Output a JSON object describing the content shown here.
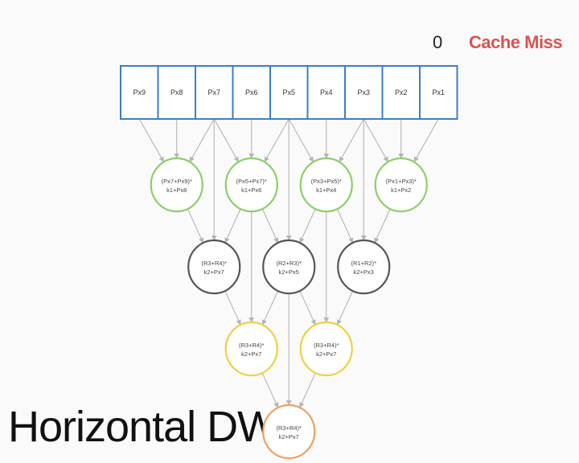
{
  "header": {
    "counter": "0",
    "cache_miss": "Cache Miss"
  },
  "title": "Horizontal DWT",
  "colors": {
    "pixel_border": "#3a7fc4",
    "level1": "#8ccf6a",
    "level2": "#555555",
    "level3": "#f0d040",
    "level4": "#f0a060",
    "edges": "#b5b5b5",
    "cache_miss": "#d9534f"
  },
  "pixels": [
    "Px9",
    "Px8",
    "Px7",
    "Px6",
    "Px5",
    "Px4",
    "Px3",
    "Px2",
    "Px1"
  ],
  "nodes": [
    {
      "id": "n1a",
      "level": 1,
      "line1": "(Px7+Px9)*",
      "line2": "k1+Px8",
      "inputs": [
        "p:0",
        "p:1",
        "p:2"
      ]
    },
    {
      "id": "n1b",
      "level": 1,
      "line1": "(Px5+Px7)*",
      "line2": "k1+Px6",
      "inputs": [
        "p:2",
        "p:3",
        "p:4"
      ]
    },
    {
      "id": "n1c",
      "level": 1,
      "line1": "(Px3+Px5)*",
      "line2": "k1+Px4",
      "inputs": [
        "p:4",
        "p:5",
        "p:6"
      ]
    },
    {
      "id": "n1d",
      "level": 1,
      "line1": "(Px1+Px3)*",
      "line2": "k1+Px2",
      "inputs": [
        "p:6",
        "p:7",
        "p:8"
      ]
    },
    {
      "id": "n2a",
      "level": 2,
      "line1": "(R3+R4)*",
      "line2": "k2+Px7",
      "inputs": [
        "n:n1a",
        "p:2",
        "n:n1b"
      ]
    },
    {
      "id": "n2b",
      "level": 2,
      "line1": "(R2+R3)*",
      "line2": "k2+Px5",
      "inputs": [
        "n:n1b",
        "p:4",
        "n:n1c"
      ]
    },
    {
      "id": "n2c",
      "level": 2,
      "line1": "(R1+R2)*",
      "line2": "k2+Px3",
      "inputs": [
        "n:n1c",
        "p:6",
        "n:n1d"
      ]
    },
    {
      "id": "n3a",
      "level": 3,
      "line1": "(R3+R4)*",
      "line2": "k2+Px7",
      "inputs": [
        "n:n2a",
        "n:n1b",
        "n:n2b"
      ]
    },
    {
      "id": "n3b",
      "level": 3,
      "line1": "(R3+R4)*",
      "line2": "k2+Px7",
      "inputs": [
        "n:n2b",
        "n:n1c",
        "n:n2c"
      ]
    },
    {
      "id": "n4a",
      "level": 4,
      "line1": "(R3+R4)*",
      "line2": "k2+Px7",
      "inputs": [
        "n:n3a",
        "n:n2b",
        "n:n3b"
      ]
    }
  ]
}
